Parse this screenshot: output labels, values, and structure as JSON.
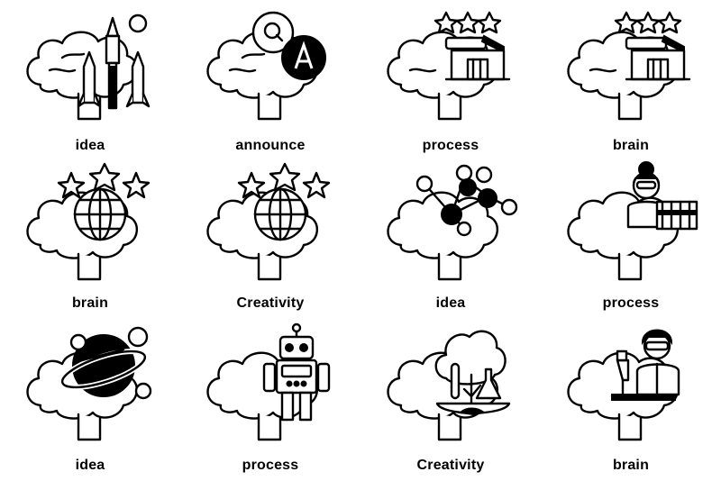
{
  "icons": [
    {
      "label": "idea",
      "motif": "rocket-city-icon"
    },
    {
      "label": "announce",
      "motif": "qa-chat-icon"
    },
    {
      "label": "process",
      "motif": "rated-house-icon"
    },
    {
      "label": "brain",
      "motif": "rated-house-icon"
    },
    {
      "label": "brain",
      "motif": "rated-globe-icon"
    },
    {
      "label": "Creativity",
      "motif": "rated-globe-icon"
    },
    {
      "label": "idea",
      "motif": "molecule-icon"
    },
    {
      "label": "process",
      "motif": "scientist-test-tubes-icon"
    },
    {
      "label": "idea",
      "motif": "planet-icon"
    },
    {
      "label": "process",
      "motif": "robot-icon"
    },
    {
      "label": "Creativity",
      "motif": "tree-lab-icon"
    },
    {
      "label": "brain",
      "motif": "scientist-microscope-icon"
    }
  ],
  "colors": {
    "ink": "#000000",
    "background": "#ffffff"
  }
}
